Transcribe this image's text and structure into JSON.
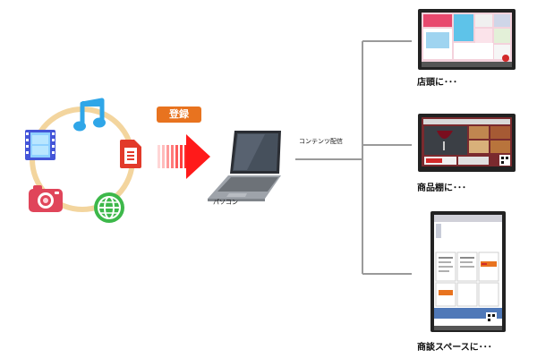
{
  "diagram": {
    "register_label": "登録",
    "pc_label": "パソコン",
    "distribution_label": "コンテンツ配信",
    "destinations": [
      {
        "label": "店頭に･･･"
      },
      {
        "label": "商品棚に･･･"
      },
      {
        "label": "商談スペースに･･･"
      }
    ],
    "colors": {
      "ring": "#f3d59e",
      "arrow_red": "#ff1a1a",
      "badge_orange": "#e8731f",
      "connector_gray": "#9a9a9a",
      "film_blue": "#4455d8",
      "music_blue": "#2fa6e8",
      "doc_red": "#e23a2a",
      "camera_pink": "#e0455a",
      "globe_green": "#3db84a"
    },
    "icons": [
      "film-icon",
      "music-note-icon",
      "document-icon",
      "camera-icon",
      "globe-icon",
      "laptop-icon"
    ]
  }
}
